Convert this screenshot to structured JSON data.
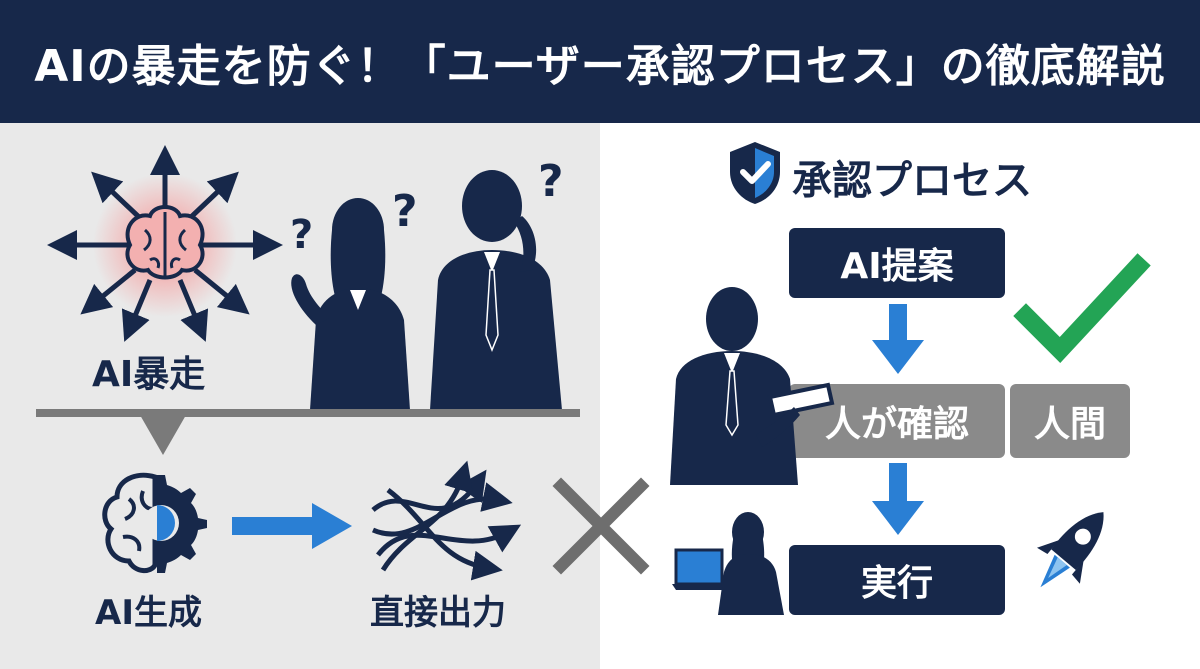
{
  "header": {
    "title": "AIの暴走を防ぐ！「ユーザー承認プロセス」の徹底解説"
  },
  "left": {
    "ai_runaway_label": "AI暴走",
    "ai_generate_label": "AI生成",
    "direct_output_label": "直接出力"
  },
  "right": {
    "process_title": "承認プロセス",
    "step_ai_proposal": "AI提案",
    "step_human_check": "人が確認",
    "human_tag": "人間",
    "step_execute": "実行"
  },
  "colors": {
    "navy": "#17284a",
    "blue_arrow": "#2a7fd4",
    "gray_box": "#8a8a8a",
    "check_green": "#23a455",
    "brain_glow": "#f07a7a",
    "cross_gray": "#6e6e6e"
  },
  "icons": {
    "brain": "brain-icon",
    "shield": "shield-check-icon",
    "check": "checkmark-icon",
    "rocket": "rocket-icon",
    "cross": "cross-icon"
  }
}
